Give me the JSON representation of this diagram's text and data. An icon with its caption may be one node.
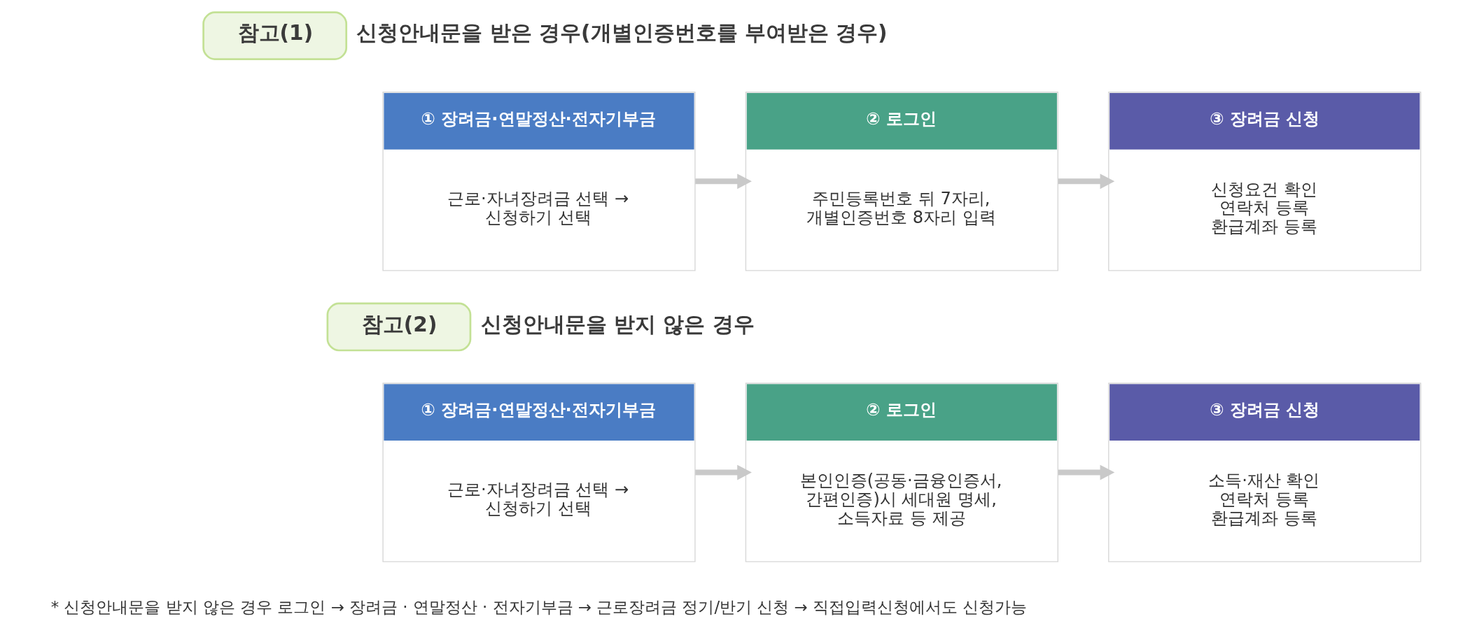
{
  "diagram": {
    "nodes": [
      {
        "text": [
          "참고(1)"
        ],
        "beside": [
          "신청안내문을 받은 경우(개별인증번호를 부여받은 경우)"
        ]
      },
      {
        "text": [
          "① 장려금·연말정산·전자기부금",
          "근로·자녀장려금 선택 → 신청하기 선택"
        ]
      },
      {
        "text": [
          "② 로그인",
          "주민등록번호 뒤 7자리, 개별인증번호 8자리 입력"
        ]
      },
      {
        "text": [
          "③ 장려금 신청",
          "신청요건 확인 연락처 등록 환급계좌 등록"
        ]
      },
      {
        "text": [
          "참고(2)"
        ],
        "beside": [
          "신청안내문을 받지 않은 경우"
        ]
      },
      {
        "text": [
          "① 장려금·연말정산·전자기부금",
          "근로·자녀장려금 선택 → 신청하기 선택"
        ]
      },
      {
        "text": [
          "② 로그인",
          "본인인증(공동·금융인증서, 간편인증)시 세대원 명세, 소득자료 등 제공"
        ]
      },
      {
        "text": [
          "③ 장려금 신청",
          "소득·재산 확인 연락처 등록 환급계좌 등록"
        ]
      }
    ],
    "edges": [
      {
        "from": 1,
        "to": 2,
        "arrow": "to"
      },
      {
        "from": 2,
        "to": 3,
        "arrow": "to"
      },
      {
        "from": 5,
        "to": 6,
        "arrow": "to"
      },
      {
        "from": 6,
        "to": 7,
        "arrow": "to"
      }
    ],
    "labels": [
      "* 신청안내문을 받지 않은 경우 로그인 → 장려금 · 연말정산 · 전자기부금 → 근로장려금 정기/반기 신청 → 직접입력신청에서도 신청가능"
    ]
  }
}
